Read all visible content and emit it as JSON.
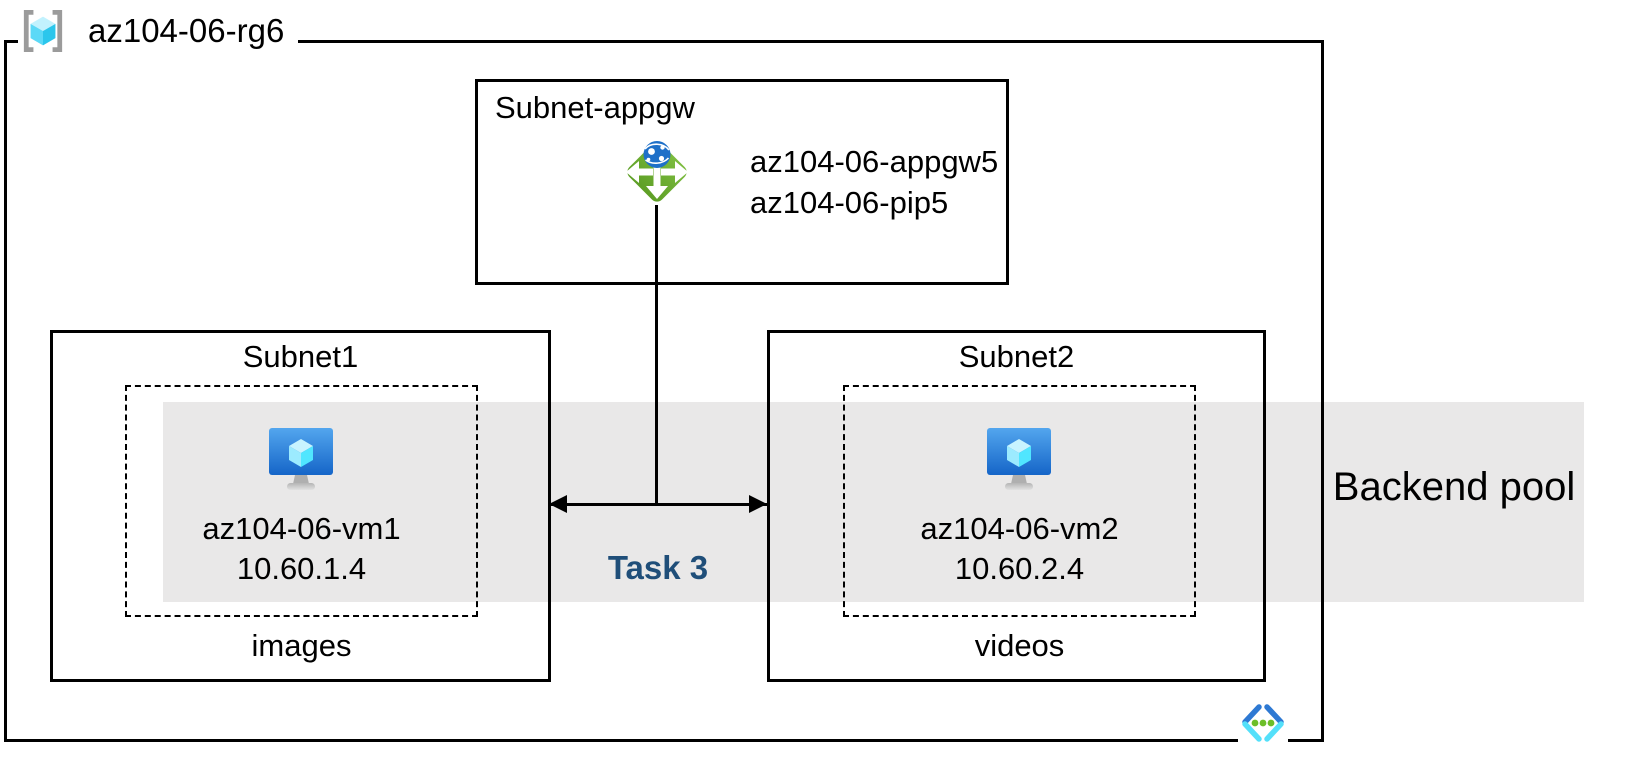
{
  "resource_group": {
    "name": "az104-06-rg6"
  },
  "appgw_subnet": {
    "name": "Subnet-appgw",
    "gateway_name": "az104-06-appgw5",
    "public_ip_name": "az104-06-pip5"
  },
  "subnet1": {
    "name": "Subnet1",
    "vm_name": "az104-06-vm1",
    "vm_ip": "10.60.1.4",
    "pool_name": "images"
  },
  "subnet2": {
    "name": "Subnet2",
    "vm_name": "az104-06-vm2",
    "vm_ip": "10.60.2.4",
    "pool_name": "videos"
  },
  "annotations": {
    "task_label": "Task 3",
    "backend_pool_label": "Backend pool"
  },
  "colors": {
    "task_label": "#1F4E79",
    "backend_band": "#E9E8E8",
    "appgw_green": "#6FB232",
    "vm_screen_top": "#4AA0EB",
    "vm_screen_bottom": "#1565C8",
    "cube_cyan": "#50E6FF",
    "vnet_dot_green": "#6CBE28",
    "bracket_gray": "#9B9B9B",
    "line_black": "#000000"
  },
  "icons": {
    "resource_group": "resource-group-icon",
    "application_gateway": "application-gateway-icon",
    "virtual_machine": "virtual-machine-icon",
    "virtual_network": "virtual-network-icon"
  }
}
